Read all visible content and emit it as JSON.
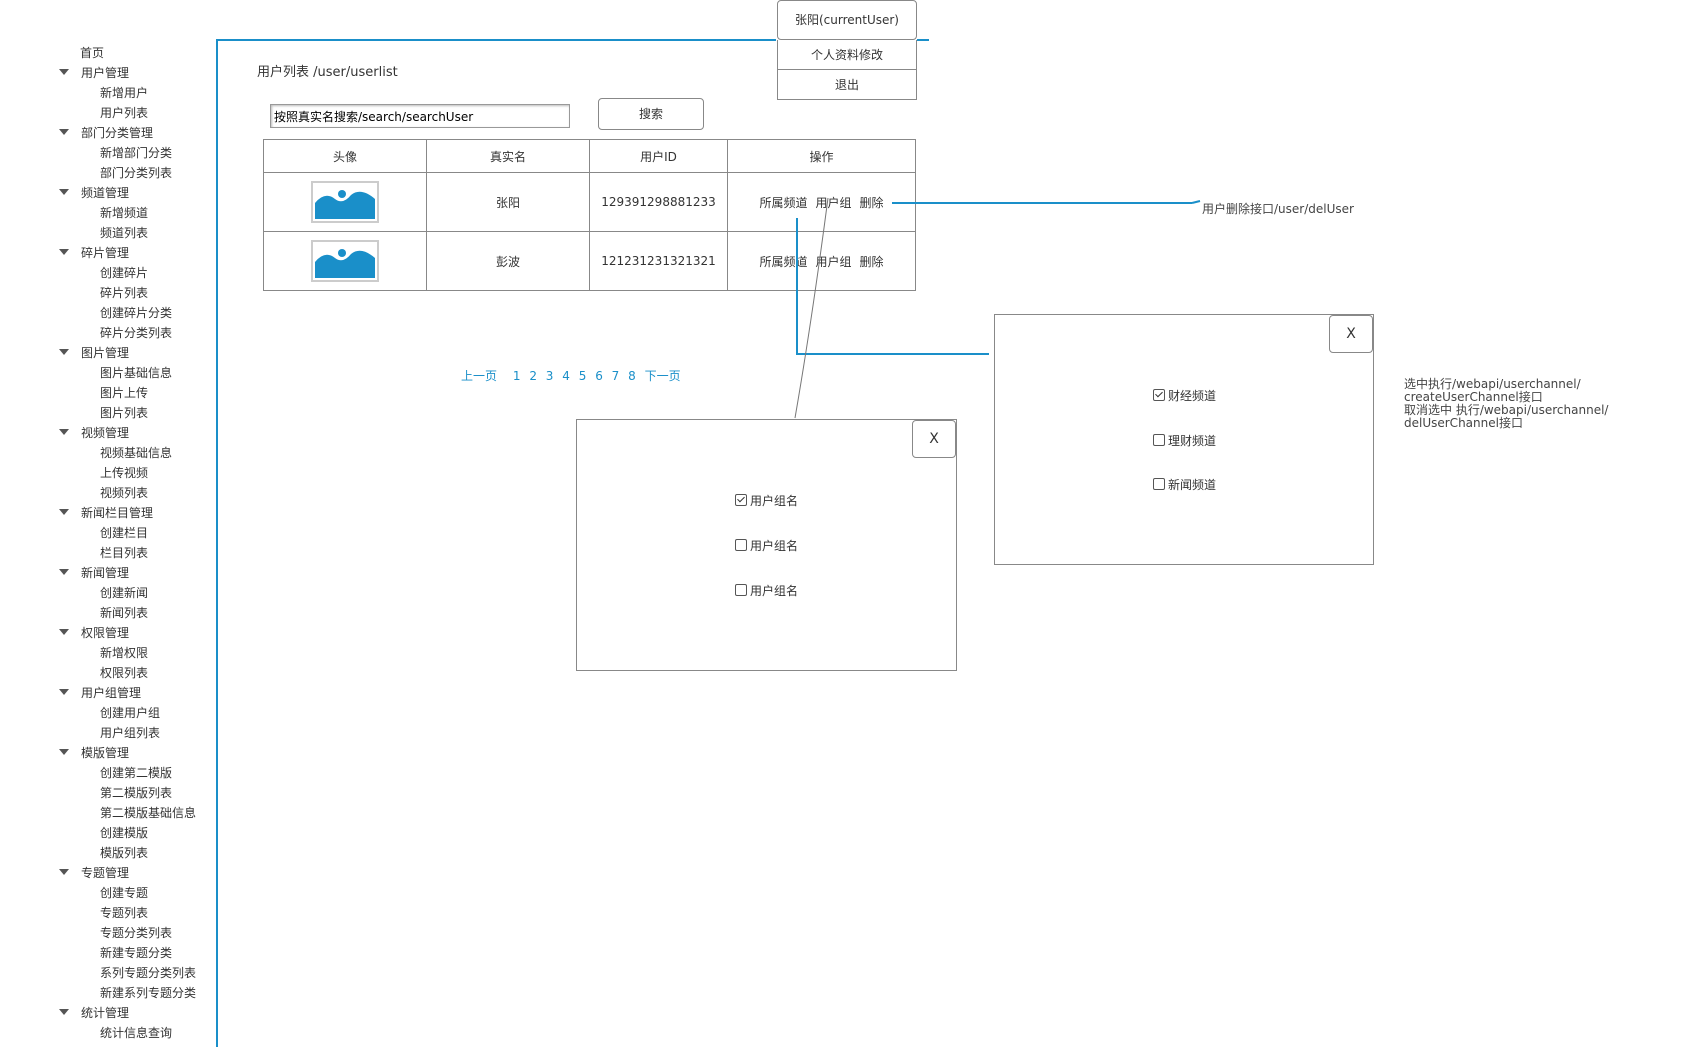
{
  "sidebar": {
    "home": "首页",
    "groups": [
      {
        "label": "用户管理",
        "items": [
          "新增用户",
          "用户列表"
        ]
      },
      {
        "label": "部门分类管理",
        "items": [
          "新增部门分类",
          "部门分类列表"
        ]
      },
      {
        "label": "频道管理",
        "items": [
          "新增频道",
          "频道列表"
        ]
      },
      {
        "label": "碎片管理",
        "items": [
          "创建碎片",
          "碎片列表",
          "创建碎片分类",
          "碎片分类列表"
        ]
      },
      {
        "label": "图片管理",
        "items": [
          "图片基础信息",
          "图片上传",
          "图片列表"
        ]
      },
      {
        "label": "视频管理",
        "items": [
          "视频基础信息",
          "上传视频",
          "视频列表"
        ]
      },
      {
        "label": "新闻栏目管理",
        "items": [
          "创建栏目",
          "栏目列表"
        ]
      },
      {
        "label": "新闻管理",
        "items": [
          "创建新闻",
          "新闻列表"
        ]
      },
      {
        "label": "权限管理",
        "items": [
          "新增权限",
          "权限列表"
        ]
      },
      {
        "label": "用户组管理",
        "items": [
          "创建用户组",
          "用户组列表"
        ]
      },
      {
        "label": "模版管理",
        "items": [
          "创建第二模版",
          "第二模版列表",
          "第二模版基础信息",
          "创建模版",
          "模版列表"
        ]
      },
      {
        "label": "专题管理",
        "items": [
          "创建专题",
          "专题列表",
          "专题分类列表",
          "新建专题分类",
          "系列专题分类列表",
          "新建系列专题分类"
        ]
      },
      {
        "label": "统计管理",
        "items": [
          "统计信息查询"
        ]
      }
    ]
  },
  "user_menu": {
    "current_user": "张阳(currentUser)",
    "profile": "个人资料修改",
    "logout": "退出"
  },
  "page": {
    "title": "用户列表 /user/userlist",
    "search_placeholder": "按照真实名搜索/search/searchUser",
    "search_button": "搜索"
  },
  "table": {
    "headers": [
      "头像",
      "真实名",
      "用户ID",
      "操作"
    ],
    "rows": [
      {
        "name": "张阳",
        "id": "129391298881233"
      },
      {
        "name": "彭波",
        "id": "121231231321321"
      }
    ],
    "ops": [
      "所属频道",
      "用户组",
      "删除"
    ]
  },
  "pager": {
    "prev": "上一页",
    "pages": [
      "1",
      "2",
      "3",
      "4",
      "5",
      "6",
      "7",
      "8"
    ],
    "next": "下一页"
  },
  "group_dialog": {
    "close": "X",
    "options": [
      {
        "label": "用户组名",
        "checked": true
      },
      {
        "label": "用户组名",
        "checked": false
      },
      {
        "label": "用户组名",
        "checked": false
      }
    ]
  },
  "channel_dialog": {
    "close": "X",
    "options": [
      {
        "label": "财经频道",
        "checked": true
      },
      {
        "label": "理财频道",
        "checked": false
      },
      {
        "label": "新闻频道",
        "checked": false
      }
    ]
  },
  "annotations": {
    "delete_api": "用户删除接口/user/delUser",
    "channel_api_lines": [
      "选中执行/webapi/userchannel/",
      "createUserChannel接口",
      "取消选中 执行/webapi/userchannel/",
      "delUserChannel接口"
    ]
  },
  "colors": {
    "accent": "#1a8fc9",
    "border": "#888888",
    "image_placeholder": "#1a8fc9"
  }
}
